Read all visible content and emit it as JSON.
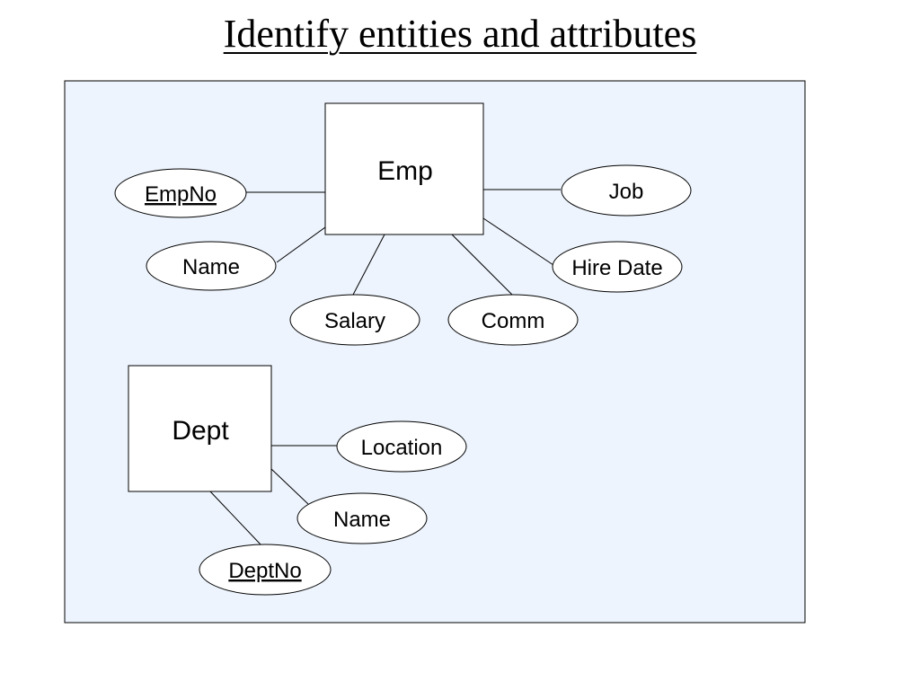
{
  "title": "Identify entities and attributes",
  "colors": {
    "panel_background": "#edf4fd",
    "stroke": "#000000",
    "shape_fill": "#ffffff"
  },
  "entities": {
    "emp": {
      "name": "Emp",
      "attributes": {
        "empno": {
          "label": "EmpNo",
          "is_key": true
        },
        "name": {
          "label": "Name",
          "is_key": false
        },
        "salary": {
          "label": "Salary",
          "is_key": false
        },
        "comm": {
          "label": "Comm",
          "is_key": false
        },
        "job": {
          "label": "Job",
          "is_key": false
        },
        "hiredate": {
          "label": "Hire Date",
          "is_key": false
        }
      }
    },
    "dept": {
      "name": "Dept",
      "attributes": {
        "location": {
          "label": "Location",
          "is_key": false
        },
        "name": {
          "label": "Name",
          "is_key": false
        },
        "deptno": {
          "label": "DeptNo",
          "is_key": true
        }
      }
    }
  }
}
